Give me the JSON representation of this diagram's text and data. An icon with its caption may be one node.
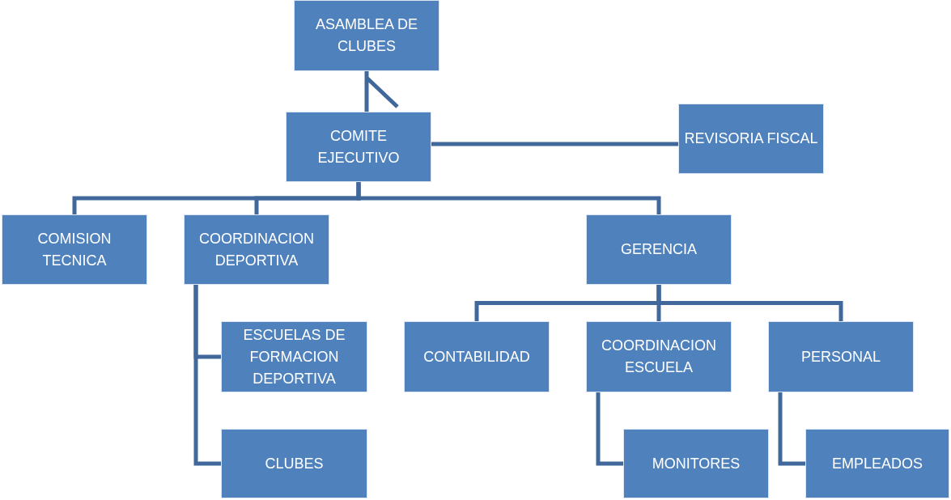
{
  "diagram": {
    "nodes": [
      {
        "text": [
          "ASAMBLEA DE CLUBES"
        ]
      },
      {
        "text": [
          "COMITE EJECUTIVO"
        ]
      },
      {
        "text": [
          "REVISORIA FISCAL"
        ]
      },
      {
        "text": [
          "COMISION TECNICA"
        ]
      },
      {
        "text": [
          "COORDINACION DEPORTIVA"
        ]
      },
      {
        "text": [
          "GERENCIA"
        ]
      },
      {
        "text": [
          "ESCUELAS DE FORMACION DEPORTIVA"
        ]
      },
      {
        "text": [
          "CLUBES"
        ]
      },
      {
        "text": [
          "CONTABILIDAD"
        ]
      },
      {
        "text": [
          "COORDINACION ESCUELA"
        ]
      },
      {
        "text": [
          "PERSONAL"
        ]
      },
      {
        "text": [
          "MONITORES"
        ]
      },
      {
        "text": [
          "EMPLEADOS"
        ]
      }
    ],
    "edges": [
      {
        "from": 0,
        "to": 1,
        "arrow": "none"
      },
      {
        "from": 1,
        "to": 2,
        "arrow": "none"
      },
      {
        "from": 1,
        "to": 3,
        "arrow": "none"
      },
      {
        "from": 1,
        "to": 4,
        "arrow": "none"
      },
      {
        "from": 1,
        "to": 5,
        "arrow": "none"
      },
      {
        "from": 4,
        "to": 6,
        "arrow": "none"
      },
      {
        "from": 4,
        "to": 7,
        "arrow": "none"
      },
      {
        "from": 5,
        "to": 8,
        "arrow": "none"
      },
      {
        "from": 5,
        "to": 9,
        "arrow": "none"
      },
      {
        "from": 5,
        "to": 10,
        "arrow": "none"
      },
      {
        "from": 9,
        "to": 11,
        "arrow": "none"
      },
      {
        "from": 10,
        "to": 12,
        "arrow": "none"
      }
    ]
  }
}
